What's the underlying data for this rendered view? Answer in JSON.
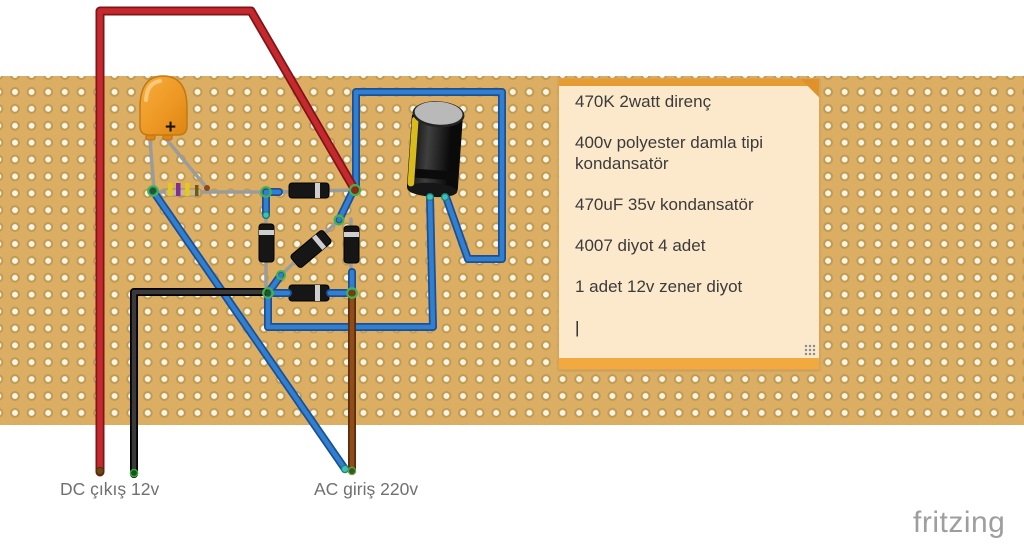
{
  "note": {
    "lines": [
      "470K 2watt direnç",
      "400v polyester damla tipi kondansatör",
      "470uF 35v kondansatör",
      "4007 diyot 4 adet",
      "1 adet 12v zener diyot"
    ],
    "cursor": "|"
  },
  "labels": {
    "dc_output": "DC çıkış 12v",
    "ac_input": "AC giriş 220v"
  },
  "watermark": {
    "text": "fritzing"
  },
  "components": {
    "drop_capacitor": {
      "polarity_mark": "+"
    }
  },
  "colors": {
    "board": "#dcae63",
    "hole_ring": "#bd9b54",
    "wire_red": "#c5292e",
    "wire_blue": "#3080cf",
    "wire_black": "#3a3a3a",
    "wire_brown": "#8f4d1c",
    "lead_gray": "#9b9b9b",
    "junction_green": "#44b04e",
    "note_body": "#fce9cb",
    "note_bar": "#f2a93f",
    "logo_gray": "#9e9e9e"
  }
}
